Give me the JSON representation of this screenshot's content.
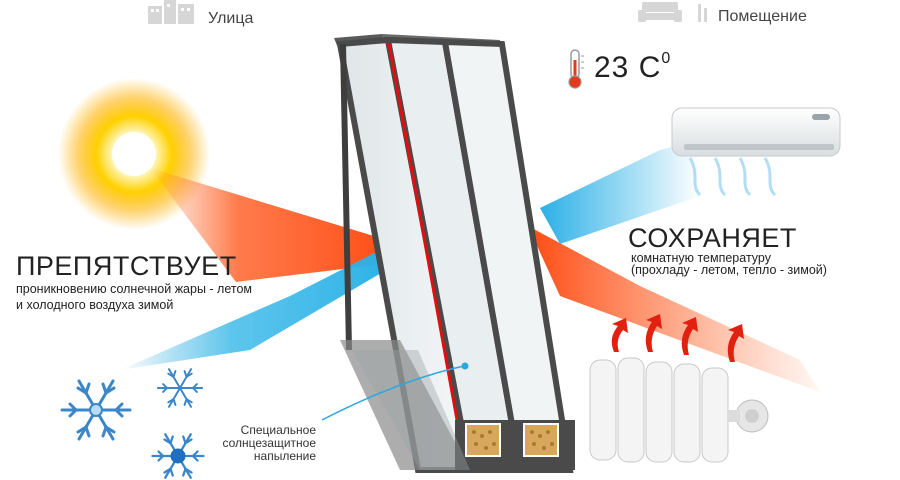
{
  "labels": {
    "outside": "Улица",
    "inside": "Помещение",
    "temperature_value": "23 C",
    "temperature_unit": "0"
  },
  "left_block": {
    "heading": "ПРЕПЯТСТВУЕТ",
    "line1": "проникновению солнечной жары -  летом",
    "line2": "и холодного воздуха зимой"
  },
  "right_block": {
    "heading": "СОХРАНЯЕТ",
    "line1": "комнатную температуру",
    "line2": "(прохладу - летом, тепло - зимой)"
  },
  "coating_note": {
    "line1": "Специальное",
    "line2": "солнцезащитное",
    "line3": "напыление"
  },
  "icons": [
    "buildings-icon",
    "sofa-icon",
    "thermometer-icon",
    "sun-icon",
    "snowflake-icon",
    "air-conditioner-icon",
    "radiator-icon",
    "heat-arrow-icon"
  ],
  "colors": {
    "heat_ray": "#ff5a1f",
    "cold_ray": "#35b7e8",
    "frame": "#4a4a4a",
    "coating_line": "#e01010",
    "sun_core": "#ffd000",
    "snowflake": "#3a86c8"
  }
}
